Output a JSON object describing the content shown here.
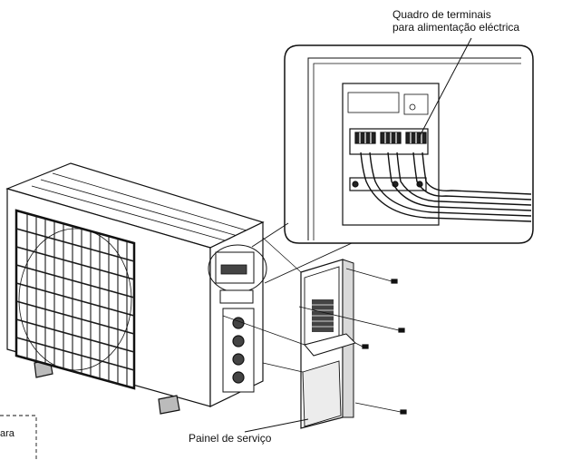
{
  "labels": {
    "terminal_board_line1": "Quadro de terminais",
    "terminal_board_line2": "para alimentação eléctrica",
    "service_panel": "Painel de serviço",
    "partial_note": "ara"
  },
  "colors": {
    "line": "#111111",
    "unit_fill": "#ffffff",
    "grille": "#1a1a1a",
    "panel_shade": "#d9d9d9"
  }
}
